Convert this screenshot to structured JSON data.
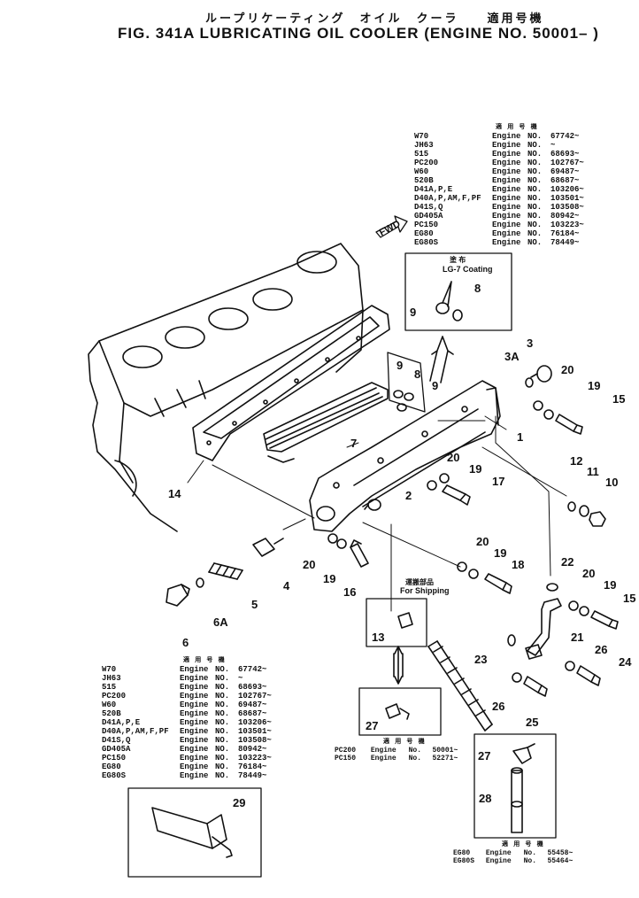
{
  "title": {
    "japanese": "ループリケーティング　オイル　クーラ　　適用号機",
    "english": "FIG. 341A  LUBRICATING  OIL  COOLER  (ENGINE NO. 50001– )"
  },
  "direction_label": "FWD",
  "applicability_header": "適 用 号 機",
  "applicability": [
    {
      "model": "W70",
      "engine": "Engine",
      "no": "NO.",
      "serial": "67742~"
    },
    {
      "model": "JH63",
      "engine": "Engine",
      "no": "NO.",
      "serial": "~"
    },
    {
      "model": "515",
      "engine": "Engine",
      "no": "NO.",
      "serial": "68693~"
    },
    {
      "model": "PC200",
      "engine": "Engine",
      "no": "NO.",
      "serial": "102767~"
    },
    {
      "model": "W60",
      "engine": "Engine",
      "no": "NO.",
      "serial": "69487~"
    },
    {
      "model": "520B",
      "engine": "Engine",
      "no": "NO.",
      "serial": "68687~"
    },
    {
      "model": "D41A,P,E",
      "engine": "Engine",
      "no": "NO.",
      "serial": "103206~"
    },
    {
      "model": "D40A,P,AM,F,PF",
      "engine": "Engine",
      "no": "NO.",
      "serial": "103501~"
    },
    {
      "model": "D41S,Q",
      "engine": "Engine",
      "no": "NO.",
      "serial": "103508~"
    },
    {
      "model": "GD405A",
      "engine": "Engine",
      "no": "NO.",
      "serial": "80942~"
    },
    {
      "model": "PC150",
      "engine": "Engine",
      "no": "NO.",
      "serial": "103223~"
    },
    {
      "model": "EG80",
      "engine": "Engine",
      "no": "NO.",
      "serial": "76184~"
    },
    {
      "model": "EG80S",
      "engine": "Engine",
      "no": "NO.",
      "serial": "78449~"
    }
  ],
  "coating_box": {
    "header": "塗 布",
    "label": "LG-7 Coating"
  },
  "shipping_box": {
    "header": "運搬部品",
    "label": "For Shipping"
  },
  "box27_table": {
    "header": "適 用 号 機",
    "rows": [
      {
        "model": "PC200",
        "engine": "Engine",
        "no": "No.",
        "serial": "50001~"
      },
      {
        "model": "PC150",
        "engine": "Engine",
        "no": "No.",
        "serial": "52271~"
      }
    ]
  },
  "box28_table": {
    "header": "適 用 号 機",
    "rows": [
      {
        "model": "EG80",
        "engine": "Engine",
        "no": "No.",
        "serial": "55458~"
      },
      {
        "model": "EG80S",
        "engine": "Engine",
        "no": "No.",
        "serial": "55464~"
      }
    ]
  },
  "callouts": [
    "1",
    "2",
    "3",
    "3A",
    "4",
    "5",
    "6",
    "6A",
    "7",
    "8",
    "9",
    "10",
    "11",
    "12",
    "13",
    "14",
    "15",
    "16",
    "17",
    "18",
    "19",
    "20",
    "21",
    "22",
    "23",
    "24",
    "25",
    "26",
    "27",
    "28",
    "29"
  ],
  "callout_labels": {
    "c1": "1",
    "c2": "2",
    "c3": "3",
    "c3a": "3A",
    "c4": "4",
    "c5": "5",
    "c6": "6",
    "c6a": "6A",
    "c7": "7",
    "c8a": "8",
    "c8b": "8",
    "c9a": "9",
    "c9b": "9",
    "c9c": "9",
    "c10": "10",
    "c11": "11",
    "c12": "12",
    "c13": "13",
    "c14": "14",
    "c15a": "15",
    "c15b": "15",
    "c16": "16",
    "c17": "17",
    "c18": "18",
    "c19a": "19",
    "c19b": "19",
    "c19c": "19",
    "c19d": "19",
    "c19e": "19",
    "c20a": "20",
    "c20b": "20",
    "c20c": "20",
    "c20d": "20",
    "c20e": "20",
    "c21": "21",
    "c22": "22",
    "c23": "23",
    "c24": "24",
    "c25": "25",
    "c26a": "26",
    "c26b": "26",
    "c27a": "27",
    "c27b": "27",
    "c28": "28",
    "c29": "29"
  }
}
